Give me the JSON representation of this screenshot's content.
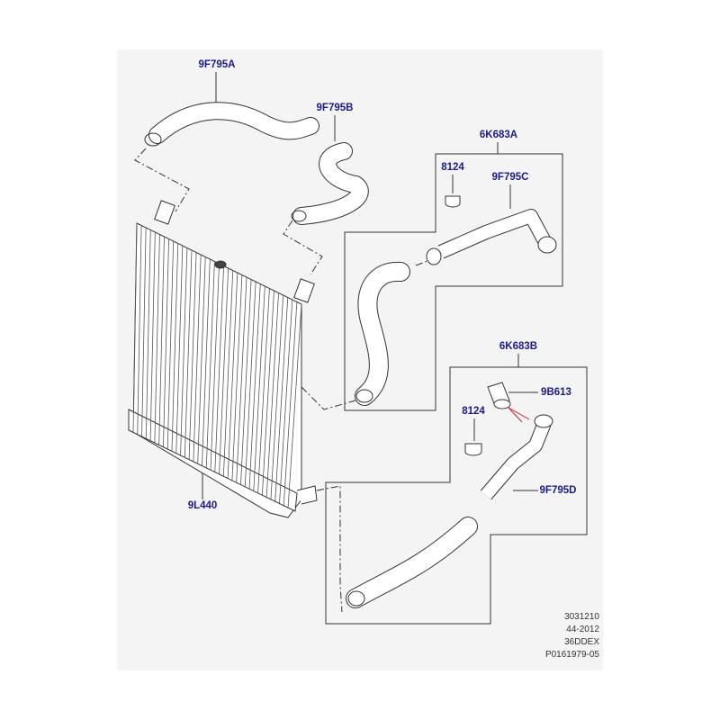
{
  "labels": {
    "hose_upper_a": "9F795A",
    "hose_upper_b": "9F795B",
    "kit_a": "6K683A",
    "grommet_a": "8124",
    "pipe_c": "9F795C",
    "kit_b": "6K683B",
    "sleeve": "9B613",
    "grommet_b": "8124",
    "pipe_d": "9F795D",
    "intercooler": "9L440"
  },
  "footer": [
    "3031210",
    "44-2012",
    "36DDEX",
    "P0161979-05"
  ],
  "colors": {
    "label": "#1a1a8c",
    "line": "#333333",
    "panel": "#f4f4f4",
    "arrow": "#d02020"
  }
}
